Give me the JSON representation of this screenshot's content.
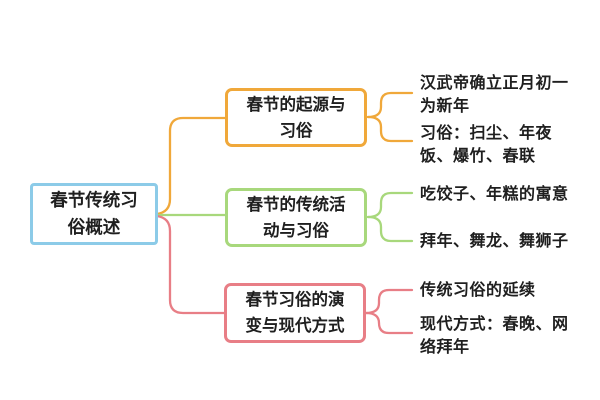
{
  "colors": {
    "root": "#8CCBE8",
    "branch1": "#F0A83A",
    "branch2": "#A8D87C",
    "branch3": "#E87E86",
    "text": "#1f1f1f",
    "background": "#ffffff"
  },
  "root": {
    "label": "春节传统习\n俗概述"
  },
  "branches": [
    {
      "label": "春节的起源与\n习俗",
      "children": [
        {
          "label": "汉武帝确立正月初一\n为新年"
        },
        {
          "label": "习俗：扫尘、年夜\n饭、爆竹、春联"
        }
      ]
    },
    {
      "label": "春节的传统活\n动与习俗",
      "children": [
        {
          "label": "吃饺子、年糕的寓意"
        },
        {
          "label": "拜年、舞龙、舞狮子"
        }
      ]
    },
    {
      "label": "春节习俗的演\n变与现代方式",
      "children": [
        {
          "label": "传统习俗的延续"
        },
        {
          "label": "现代方式：春晚、网\n络拜年"
        }
      ]
    }
  ]
}
